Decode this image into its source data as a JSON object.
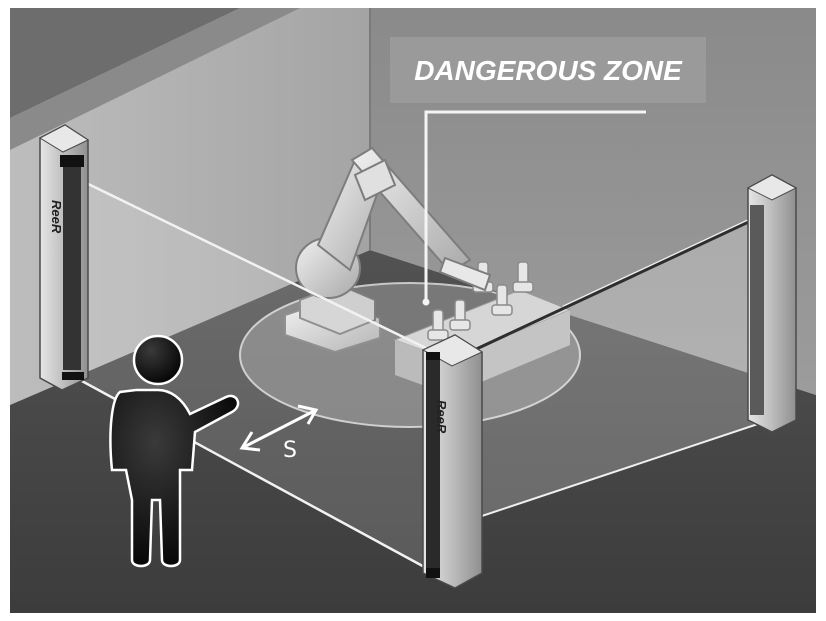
{
  "diagram": {
    "zone_label": "DANGEROUS ZONE",
    "distance_label": "S",
    "brand_mark": "ReeR"
  },
  "colors": {
    "background": "#ffffff",
    "wall_back": "#8e8e8e",
    "wall_left": "#b4b4b4",
    "floor": "#4a4a4a",
    "robot": "#d9d9d9",
    "label_box": "#9a9a9a",
    "person": "#000000"
  },
  "icons": {
    "person": "person-icon",
    "robot": "industrial-robot-arm-icon",
    "distance_arrow": "double-arrow-icon"
  }
}
